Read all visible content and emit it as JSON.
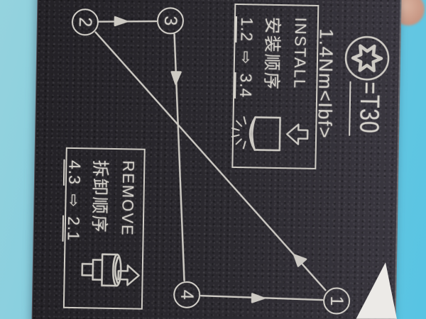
{
  "plate": {
    "torx_label": "=T30",
    "torque_spec": "1.4Nm<Ibf>",
    "install": {
      "title": "INSTALL",
      "subtitle_cn": "安装顺序",
      "seq_start": "1.2",
      "seq_arrow": "⇨",
      "seq_end": "3.4"
    },
    "remove": {
      "title": "REMOVE",
      "subtitle_cn": "拆卸顺序",
      "seq_start": "4.3",
      "seq_arrow": "⇨",
      "seq_end": "2.1"
    },
    "bolt_numbers": {
      "one": "1",
      "two": "2",
      "three": "3",
      "four": "4"
    },
    "icons": {
      "torx": "torx-star-icon",
      "install_action": "press-down-arrow-icon",
      "remove_action": "pull-up-arrow-icon",
      "install_bolt": "bolt-head-impact-icon",
      "remove_bolt": "bolt-side-view-icon"
    },
    "colors": {
      "background_blue": "#6ec9e2",
      "plate_black": "#2c2a30",
      "marking_white": "#d6d3cc",
      "finger_skin": "#c9a08f",
      "surface_white": "#eceae7"
    }
  }
}
